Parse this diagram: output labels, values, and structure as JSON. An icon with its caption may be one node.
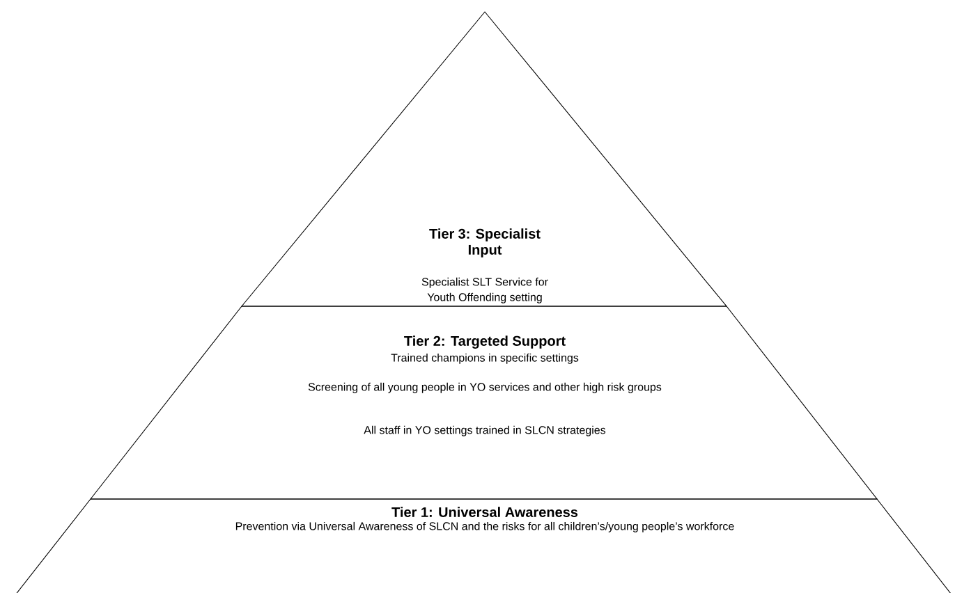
{
  "diagram": {
    "nodes": [
      {
        "text": [
          "Tier 3: Specialist Input",
          "Specialist SLT Service for Youth Offending setting"
        ]
      },
      {
        "text": [
          "Tier 2: Targeted Support",
          "Trained champions in specific settings",
          "Screening of all young people in YO services and other high risk groups",
          "All staff in YO settings trained in SLCN strategies"
        ]
      },
      {
        "text": [
          "Tier 1: Universal Awareness",
          "Prevention via Universal Awareness of SLCN and the risks for all children’s/young people’s workforce"
        ]
      }
    ]
  }
}
